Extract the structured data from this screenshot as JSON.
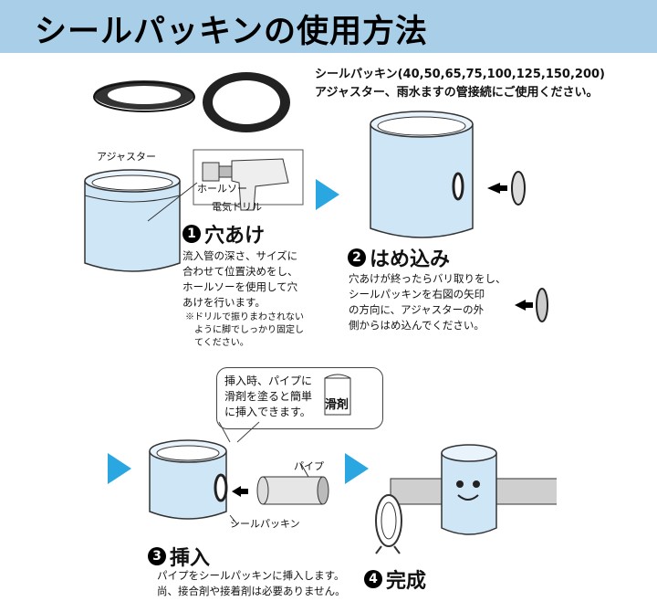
{
  "title": "シールパッキンの使用方法",
  "intro": {
    "line1": "シールパッキン(40,50,65,75,100,125,150,200)",
    "line2": "アジャスター、雨水ますの管接続にご使用ください。"
  },
  "step1": {
    "label_adjuster": "アジャスター",
    "label_holesaw": "ホールソー",
    "label_drill": "電気ドリル",
    "number": "1",
    "title": "穴あけ",
    "desc": [
      "流入管の深さ、サイズに",
      "合わせて位置決めをし、",
      "ホールソーを使用して穴",
      "あけを行います。"
    ],
    "note": [
      "※ドリルで振りまわされない",
      "ように脚でしっかり固定し",
      "てください。"
    ]
  },
  "step2": {
    "number": "2",
    "title": "はめ込み",
    "desc": [
      "穴あけが終ったらバリ取りをし、",
      "シールパッキンを右図の矢印",
      "の方向に、アジャスターの外",
      "側からはめ込んでください。"
    ]
  },
  "step3": {
    "bubble": [
      "挿入時、パイプに",
      "滑剤を塗ると簡単",
      "に挿入できます。"
    ],
    "can_label": "滑剤",
    "label_pipe": "パイプ",
    "label_packing": "シールパッキン",
    "number": "3",
    "title": "挿入",
    "desc": [
      "パイプをシールパッキンに挿入します。",
      "尚、接合剤や接着剤は必要ありません。"
    ]
  },
  "step4": {
    "number": "4",
    "title": "完成"
  },
  "colors": {
    "title_bar": "#a9cfe8",
    "arrow": "#2aa6e0",
    "cylinder": "#cfe6f6"
  }
}
